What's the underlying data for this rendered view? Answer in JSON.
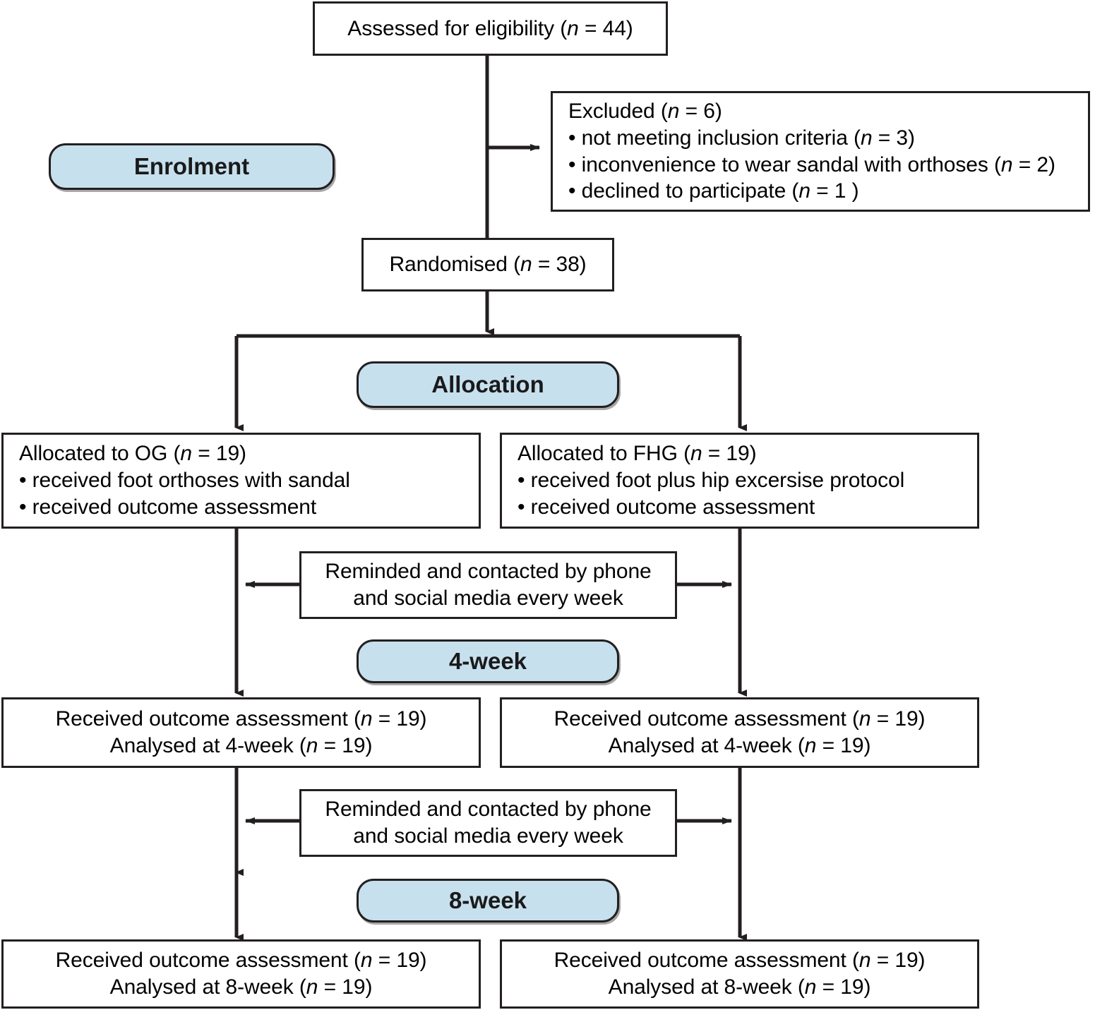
{
  "diagram": {
    "title": "CONSORT participant flow diagram",
    "accent_color": "#c7e0ee",
    "line_color": "#231f20",
    "background": "#ffffff"
  },
  "stages": [
    {
      "id": "enrolment",
      "label": "Enrolment"
    },
    {
      "id": "allocation",
      "label": "Allocation"
    },
    {
      "id": "week4",
      "label": "4-week"
    },
    {
      "id": "week8",
      "label": "8-week"
    }
  ],
  "boxes": {
    "assessed": {
      "lines": [
        {
          "text": "Assessed for eligibility (",
          "n": "n",
          "tail": " = 44)"
        }
      ],
      "plain": "Assessed for eligibility (n = 44)"
    },
    "excluded": {
      "lines": [
        {
          "pre": "Excluded (",
          "n": "n",
          "tail": " = 6)"
        },
        {
          "pre": "• not meeting inclusion criteria (",
          "n": "n",
          "tail": " = 3)"
        },
        {
          "pre": "• inconvenience to wear sandal with orthoses (",
          "n": "n",
          "tail": " = 2)"
        },
        {
          "pre": "• declined to participate (",
          "n": "n",
          "tail": " = 1 )"
        }
      ]
    },
    "randomised": {
      "lines": [
        {
          "pre": "Randomised (",
          "n": "n",
          "tail": " = 38)"
        }
      ]
    },
    "alloc_og": {
      "lines": [
        {
          "pre": "Allocated to OG (",
          "n": "n",
          "tail": " = 19)"
        },
        {
          "pre": "• received foot orthoses with sandal",
          "n": "",
          "tail": ""
        },
        {
          "pre": "• received outcome assessment",
          "n": "",
          "tail": ""
        }
      ]
    },
    "alloc_fhg": {
      "lines": [
        {
          "pre": "Allocated to FHG (",
          "n": "n",
          "tail": " = 19)"
        },
        {
          "pre": "• received foot plus hip excersise protocol",
          "n": "",
          "tail": ""
        },
        {
          "pre": "• received outcome assessment",
          "n": "",
          "tail": ""
        }
      ]
    },
    "reminder4": {
      "lines": [
        {
          "pre": "Reminded and contacted by phone",
          "n": "",
          "tail": ""
        },
        {
          "pre": "and social media every week",
          "n": "",
          "tail": ""
        }
      ]
    },
    "reminder8": {
      "lines": [
        {
          "pre": "Reminded and contacted by phone",
          "n": "",
          "tail": ""
        },
        {
          "pre": "and social media every week",
          "n": "",
          "tail": ""
        }
      ]
    },
    "outcome4_og": {
      "lines": [
        {
          "pre": "Received outcome assessment (",
          "n": "n",
          "tail": " = 19)"
        },
        {
          "pre": "Analysed at 4-week (",
          "n": "n",
          "tail": " = 19)"
        }
      ]
    },
    "outcome4_fhg": {
      "lines": [
        {
          "pre": "Received outcome assessment (",
          "n": "n",
          "tail": " = 19)"
        },
        {
          "pre": "Analysed at 4-week (",
          "n": "n",
          "tail": " = 19)"
        }
      ]
    },
    "outcome8_og": {
      "lines": [
        {
          "pre": "Received outcome assessment (",
          "n": "n",
          "tail": " = 19)"
        },
        {
          "pre": "Analysed at 8-week (",
          "n": "n",
          "tail": " = 19)"
        }
      ]
    },
    "outcome8_fhg": {
      "lines": [
        {
          "pre": "Received outcome assessment (",
          "n": "n",
          "tail": " = 19)"
        },
        {
          "pre": "Analysed at 8-week (",
          "n": "n",
          "tail": " = 19)"
        }
      ]
    }
  },
  "counts": {
    "assessed_for_eligibility": 44,
    "excluded_total": 6,
    "excluded_not_meeting_inclusion_criteria": 3,
    "excluded_inconvenience_sandal_orthoses": 2,
    "excluded_declined_to_participate": 1,
    "randomised": 38,
    "allocated_og": 19,
    "allocated_fhg": 19,
    "outcome_4week_og": 19,
    "analysed_4week_og": 19,
    "outcome_4week_fhg": 19,
    "analysed_4week_fhg": 19,
    "outcome_8week_og": 19,
    "analysed_8week_og": 19,
    "outcome_8week_fhg": 19,
    "analysed_8week_fhg": 19
  }
}
